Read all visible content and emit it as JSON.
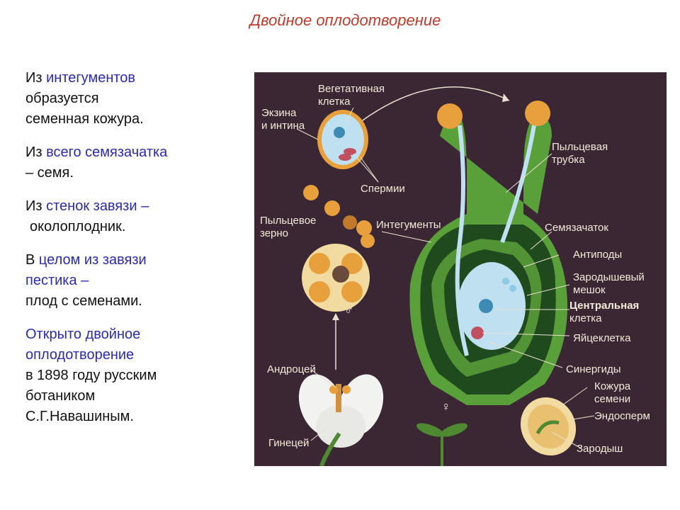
{
  "title": "Двойное оплодотворение",
  "text": {
    "p1": {
      "hl": "интегументов",
      "pre": "Из",
      "l2": "образуется",
      "l3": "семенная кожура."
    },
    "p2": {
      "pre": "Из",
      "hl": "всего семязачатка",
      "l2": "– семя."
    },
    "p3": {
      "pre": "Из",
      "hl": "стенок завязи –",
      "l2": "околоплодник."
    },
    "p4": {
      "pre": "В",
      "hl": "целом из завязи",
      "hl2": "пестика –",
      "l3": "плод с семенами."
    },
    "p5": {
      "hl": "Открыто двойное",
      "hl2": "оплодотворение",
      "l3": "в 1898 году русским",
      "l4": "ботаником",
      "l5": "С.Г.Навашиным."
    }
  },
  "labels": {
    "vegetative_cell": [
      "Вегетативная",
      "клетка"
    ],
    "exine_intine": [
      "Экзина",
      "и интина"
    ],
    "sperms": "Спермии",
    "pollen_tube": [
      "Пыльцевая",
      "трубка"
    ],
    "pollen_grain": [
      "Пыльцевое",
      "зерно"
    ],
    "integuments": "Интегументы",
    "ovule": "Семязачаток",
    "antipodes": "Антиподы",
    "embryo_sac": [
      "Зародышевый",
      "мешок"
    ],
    "central_cell": [
      "Центральная",
      "клетка"
    ],
    "egg_cell": "Яйцеклетка",
    "androecium": "Андроцей",
    "synergids": "Синергиды",
    "seed_coat": [
      "Кожура",
      "семени"
    ],
    "endosperm": "Эндосперм",
    "gynoecium": "Гинецей",
    "embryo": "Зародыш",
    "male_symbol": "♂",
    "female_symbol": "♀"
  },
  "colors": {
    "title": "#c0392b",
    "highlight": "#2a2ab0",
    "diagram_bg": "#3b2733",
    "pistil_green": "#5aa03a",
    "dark_green": "#1f4a1e",
    "embryo_sac_blue": "#bfe0f0",
    "pollen_orange": "#e8a03c"
  }
}
